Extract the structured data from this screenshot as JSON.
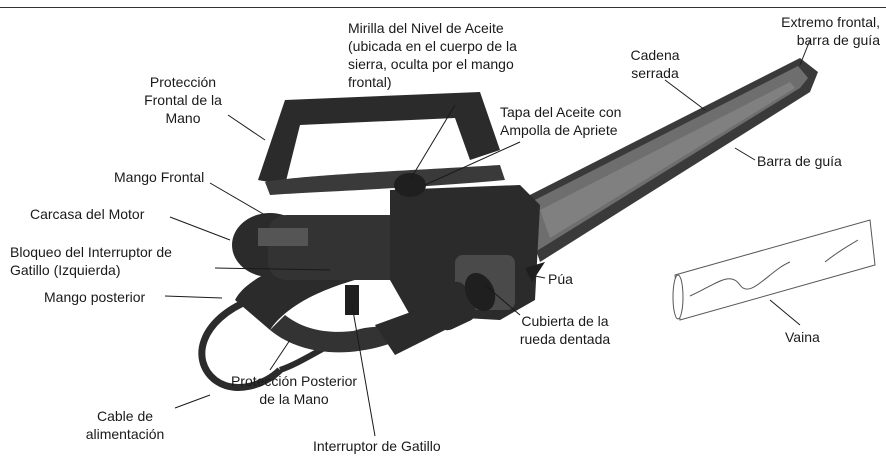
{
  "labels": {
    "oil_sight": [
      "Mirilla del Nivel de Aceite",
      "(ubicada en el cuerpo de la",
      "sierra, oculta por el mango",
      "frontal)"
    ],
    "front_tip": [
      "Extremo frontal,",
      "barra de guía"
    ],
    "saw_chain": [
      "Cadena",
      "serrada"
    ],
    "front_hand_guard": [
      "Protección",
      "Frontal de la",
      "Mano"
    ],
    "oil_cap": [
      "Tapa del Aceite con",
      "Ampolla de Apriete"
    ],
    "guide_bar": "Barra de guía",
    "front_handle": "Mango Frontal",
    "motor_housing": "Carcasa del Motor",
    "trigger_lock": [
      "Bloqueo del Interruptor de",
      "Gatillo (Izquierda)"
    ],
    "spike": "Púa",
    "rear_handle": "Mango posterior",
    "sprocket_cover": [
      "Cubierta de la",
      "rueda dentada"
    ],
    "sheath": "Vaina",
    "rear_hand_guard": [
      "Protección Posterior",
      "de la Mano"
    ],
    "power_cord": [
      "Cable de",
      "alimentación"
    ],
    "trigger_switch": "Interruptor de Gatillo"
  },
  "colors": {
    "body_dark": "#2b2b2b",
    "body_mid": "#4a4a4a",
    "bar_gray": "#6e6e6e",
    "chain": "#3a3a3a",
    "leader": "#1a1a1a"
  }
}
